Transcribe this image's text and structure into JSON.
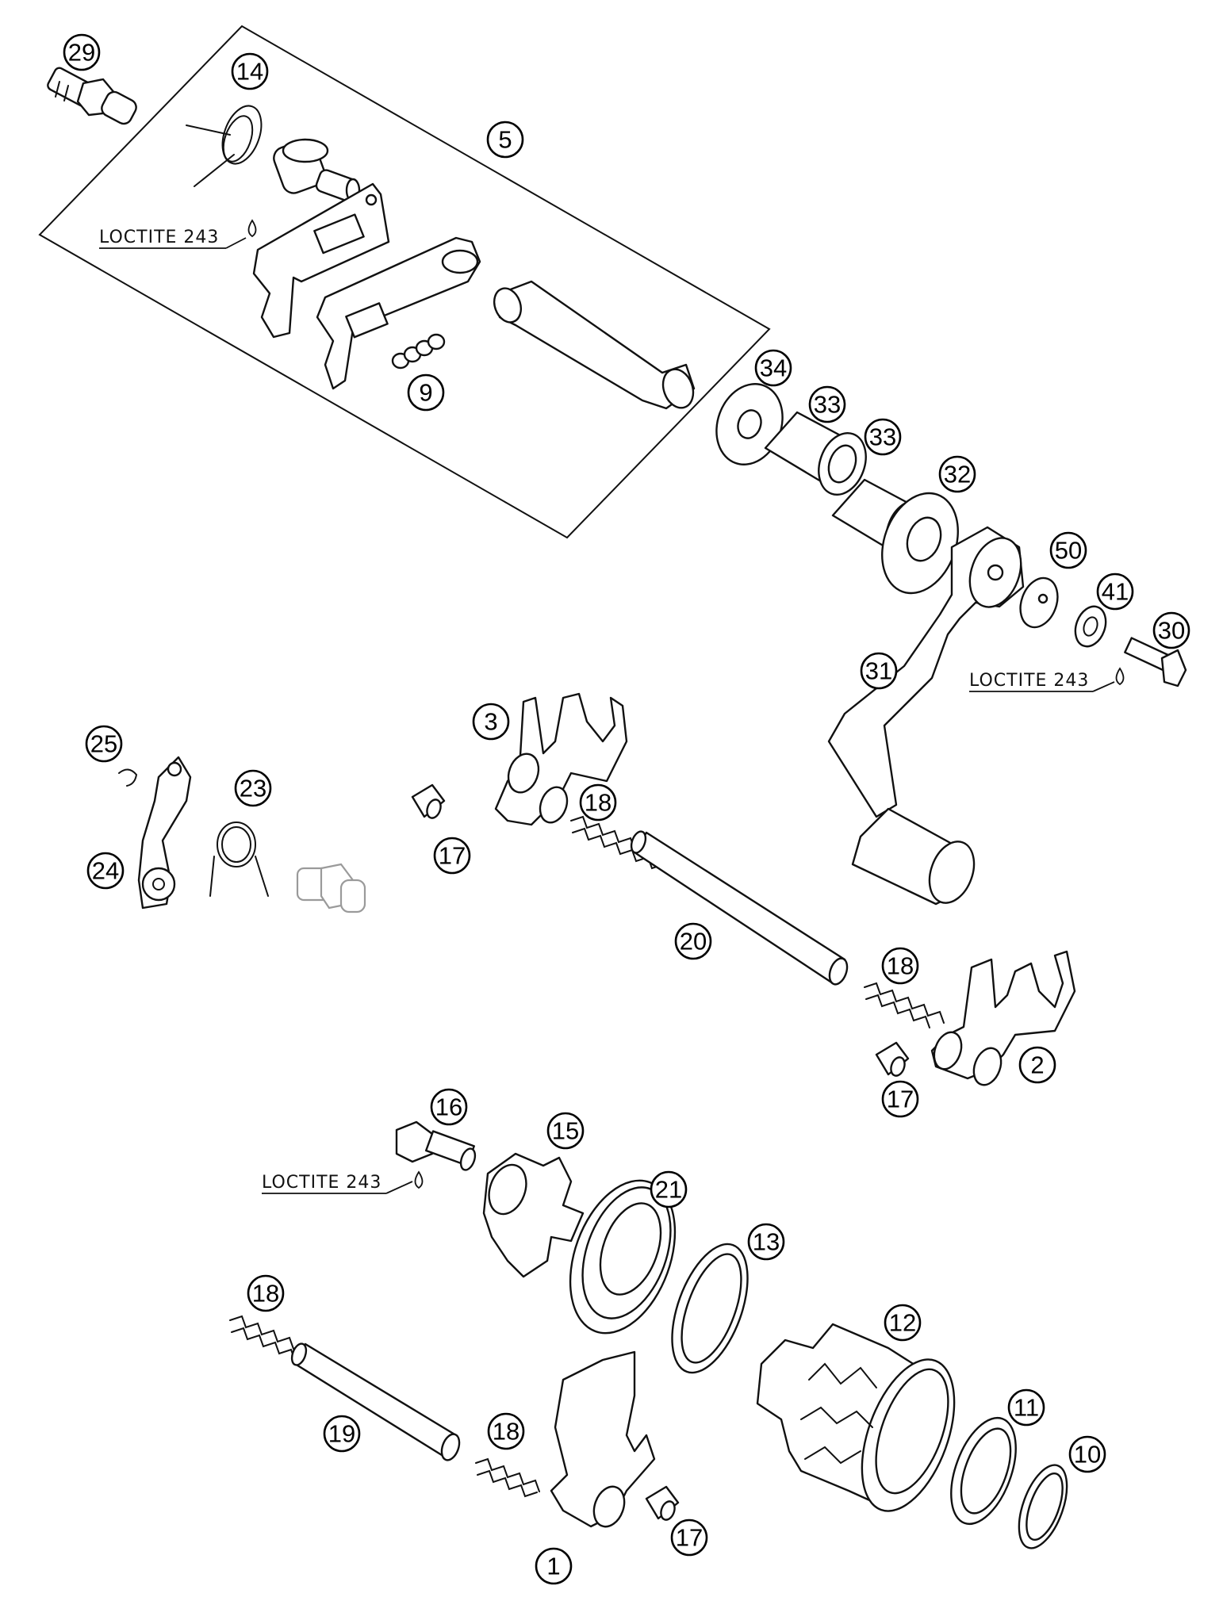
{
  "callouts": {
    "c29": "29",
    "c14": "14",
    "c5": "5",
    "c9": "9",
    "c34": "34",
    "c33a": "33",
    "c33b": "33",
    "c32": "32",
    "c50": "50",
    "c41": "41",
    "c30": "30",
    "c31": "31",
    "c3": "3",
    "c25": "25",
    "c23": "23",
    "c24": "24",
    "c18a": "18",
    "c17a": "17",
    "c20": "20",
    "c18b": "18",
    "c2": "2",
    "c17b": "17",
    "c16": "16",
    "c15": "15",
    "c21": "21",
    "c13": "13",
    "c12": "12",
    "c11": "11",
    "c10": "10",
    "c18c": "18",
    "c19": "19",
    "c18d": "18",
    "c1": "1",
    "c17c": "17"
  },
  "notes": {
    "loctite_top": "LOCTITE 243",
    "loctite_right": "LOCTITE 243",
    "loctite_bottom": "LOCTITE 243"
  },
  "colors": {
    "line": "#111111",
    "background": "#ffffff",
    "faint_part": "#9a9a9a"
  }
}
